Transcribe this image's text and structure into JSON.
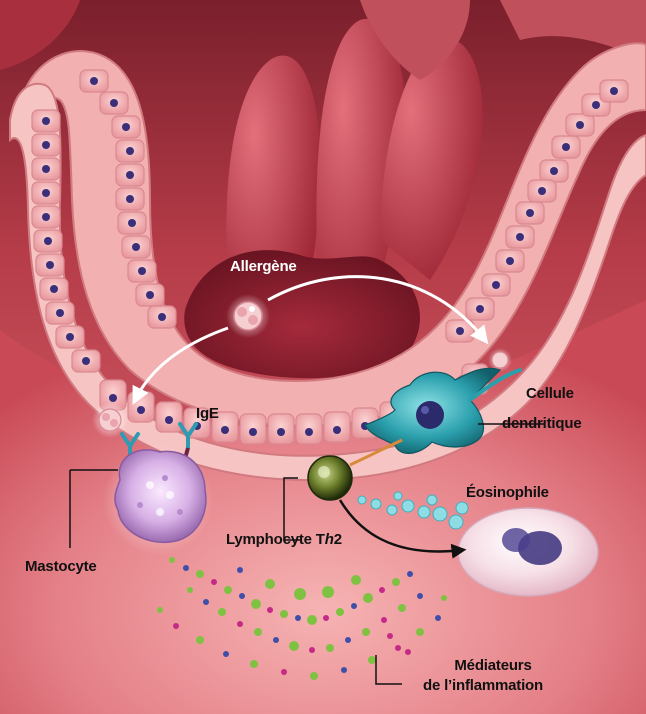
{
  "colors": {
    "tissue": "#c84a54",
    "epithelium": "#f0a8a8",
    "nucleus": "#3a2f7a",
    "cavity": "#8e1f2e",
    "mastocyte": "#d9b3e6",
    "dendritic": "#1e8f9b",
    "lymphocyte": "#4a5b1e",
    "eosinophil": "#f3e4ea",
    "mediator_green": "#7fc241",
    "mediator_blue": "#3f4fa8",
    "mediator_magenta": "#c42a86"
  },
  "labels": {
    "allergene": "Allergène",
    "ige": "IgE",
    "cellule_dendritique_1": "Cellule",
    "cellule_dendritique_2": "dendritique",
    "eosinophile": "Éosinophile",
    "lymphocyte_prefix": "Lymphocyte T",
    "lymphocyte_sub": "h",
    "lymphocyte_suffix": "2",
    "mastocyte": "Mastocyte",
    "mediateurs_1": "Médiateurs",
    "mediateurs_2": "de l’inflammation"
  }
}
